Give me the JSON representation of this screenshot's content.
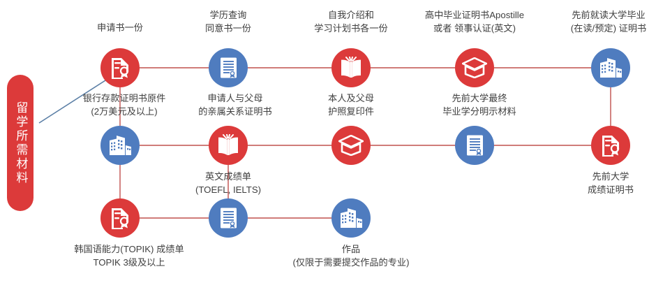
{
  "diagram": {
    "title": "留学所需材料",
    "colors": {
      "red": "#DC3A3A",
      "blue": "#4F7CBF",
      "edge_red": "#C0504D",
      "edge_blue": "#5B7FA6",
      "text": "#404040"
    },
    "root": {
      "label": "留学所需材料"
    },
    "nodes": [
      {
        "id": "application-form",
        "icon": "certificate-document-icon",
        "color": "red",
        "caption_lines": [
          "申请书一份"
        ],
        "caption_position": "above"
      },
      {
        "id": "education-inquiry-consent",
        "icon": "document-seal-icon",
        "color": "blue",
        "caption_lines": [
          "学历查询",
          "同意书一份"
        ],
        "caption_position": "above"
      },
      {
        "id": "self-intro-study-plan",
        "icon": "open-book-icon",
        "color": "red",
        "caption_lines": [
          "自我介绍和",
          "学习计划书各一份"
        ],
        "caption_position": "above"
      },
      {
        "id": "highschool-apostille",
        "icon": "graduation-cap-icon",
        "color": "red",
        "caption_lines": [
          "高中毕业证明书Apostille",
          "或者 领事认证(英文)"
        ],
        "caption_position": "above"
      },
      {
        "id": "previous-university-enrollment",
        "icon": "building-icon",
        "color": "blue",
        "caption_lines": [
          "先前就读大学毕业",
          "(在读/预定) 证明书"
        ],
        "caption_position": "above"
      },
      {
        "id": "bank-deposit-certificate",
        "icon": "building-icon",
        "color": "blue",
        "caption_lines": [
          "银行存款证明书原件",
          "(2万美元及以上)"
        ],
        "caption_position": "above"
      },
      {
        "id": "family-relation-certificate",
        "icon": "open-book-icon",
        "color": "red",
        "caption_lines": [
          "申请人与父母",
          "的亲属关系证明书"
        ],
        "caption_position": "above"
      },
      {
        "id": "passport-copies",
        "icon": "graduation-cap-icon",
        "color": "red",
        "caption_lines": [
          "本人及父母",
          "护照复印件"
        ],
        "caption_position": "above"
      },
      {
        "id": "previous-university-credits",
        "icon": "document-seal-icon",
        "color": "blue",
        "caption_lines": [
          "先前大学最终",
          "毕业学分明示材料"
        ],
        "caption_position": "above"
      },
      {
        "id": "previous-university-transcript",
        "icon": "certificate-document-icon",
        "color": "red",
        "caption_lines": [
          "先前大学",
          "成绩证明书"
        ],
        "caption_position": "below"
      },
      {
        "id": "topik-score-report",
        "icon": "certificate-document-icon",
        "color": "red",
        "caption_lines": [
          "韩国语能力(TOPIK) 成绩单",
          "TOPIK 3级及以上"
        ],
        "caption_position": "below"
      },
      {
        "id": "english-score-report",
        "icon": "document-seal-icon",
        "color": "blue",
        "caption_lines": [
          "英文成绩单",
          "(TOEFL, IELTS)"
        ],
        "caption_position": "above"
      },
      {
        "id": "portfolio",
        "icon": "building-icon",
        "color": "blue",
        "caption_lines": [
          "作品",
          "(仅限于需要提交作品的专业)"
        ],
        "caption_position": "below"
      }
    ]
  }
}
